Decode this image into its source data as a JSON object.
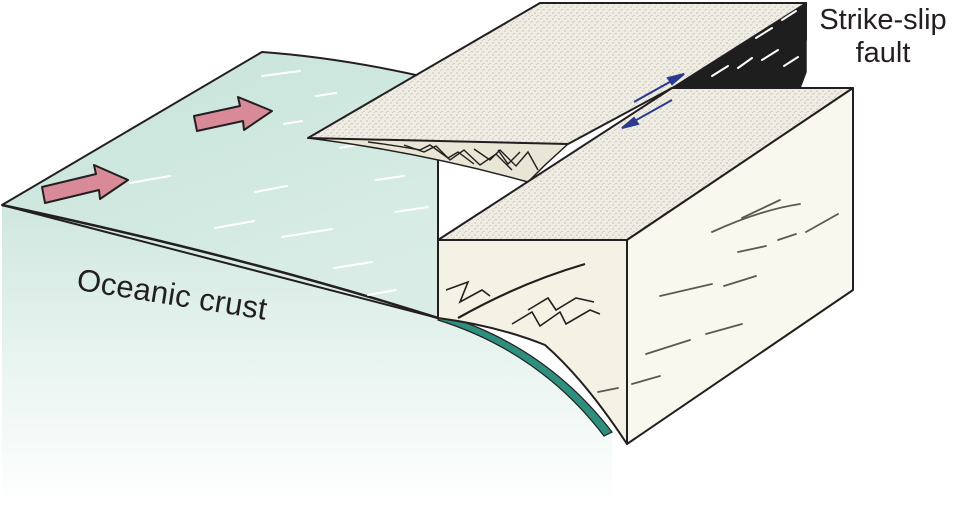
{
  "labels": {
    "oceanic_crust": "Oceanic crust",
    "strike_slip_line1": "Strike-slip",
    "strike_slip_line2": "fault"
  },
  "colors": {
    "ocean_surface": "#cde6dd",
    "ocean_edge": "#2f8f7e",
    "stippled_top": "#eeebe2",
    "block_face": "#f4f2e4",
    "fault_black": "#1e1e1e",
    "plate_arrow": "#d98a98",
    "slip_arrow": "#2b3a8f",
    "outline": "#231f20"
  },
  "icons": {
    "plate_motion": "right-arrow-icon",
    "slip_direction": "half-arrow-icon"
  }
}
